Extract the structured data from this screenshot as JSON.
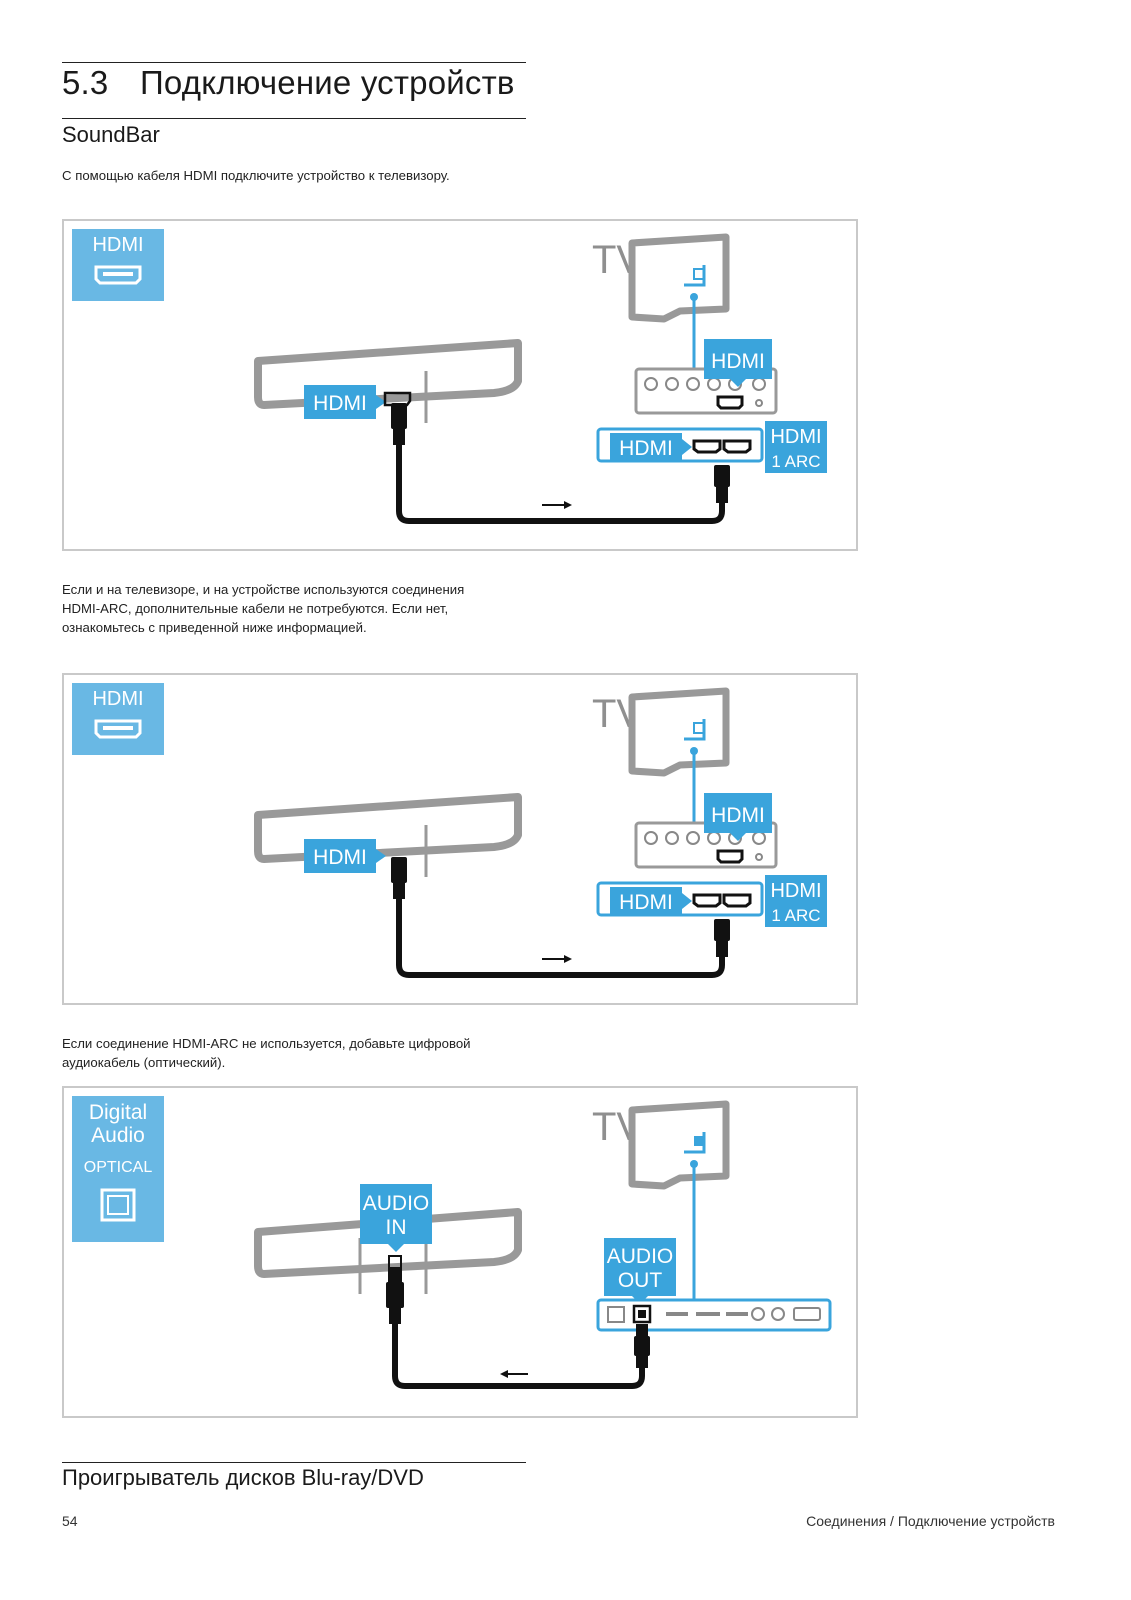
{
  "page": {
    "section_number": "5.3",
    "section_title": "Подключение устройств",
    "subsection_soundbar": "SoundBar",
    "subsection_bluray": "Проигрыватель дисков Blu-ray/DVD",
    "page_number": "54",
    "breadcrumb": "Соединения / Подключение устройств"
  },
  "paragraphs": [
    "С помощью кабеля HDMI подключите устройство к телевизору.",
    "Если и на телевизоре, и на устройстве используются соединения HDMI-ARC, дополнительные кабели не потребуются. Если нет, ознакомьтесь с приведенной ниже информацией.",
    "Если соединение HDMI-ARC не используется, добавьте цифровой аудиокабель (оптический)."
  ],
  "figures": [
    {
      "badge_line1": "HDMI",
      "tv_label": "TV",
      "device_port_label": "HDMI",
      "tv_port_label": "HDMI",
      "tv_side_label": "HDMI",
      "arc_label_line1": "HDMI",
      "arc_label_line2": "1 ARC"
    },
    {
      "badge_line1": "HDMI",
      "tv_label": "TV",
      "device_port_label": "HDMI",
      "tv_port_label": "HDMI",
      "tv_side_label": "HDMI",
      "arc_label_line1": "HDMI",
      "arc_label_line2": "1 ARC"
    },
    {
      "badge_line1": "Digital",
      "badge_line2": "Audio",
      "badge_line3": "OPTICAL",
      "tv_label": "TV",
      "device_port_line1": "AUDIO",
      "device_port_line2": "IN",
      "tv_port_line1": "AUDIO",
      "tv_port_line2": "OUT"
    }
  ],
  "colors": {
    "accent_blue": "#3aa4dc",
    "badge_blue": "#69b8e4",
    "line_gray": "#8a8a8a",
    "cable": "#111111"
  }
}
